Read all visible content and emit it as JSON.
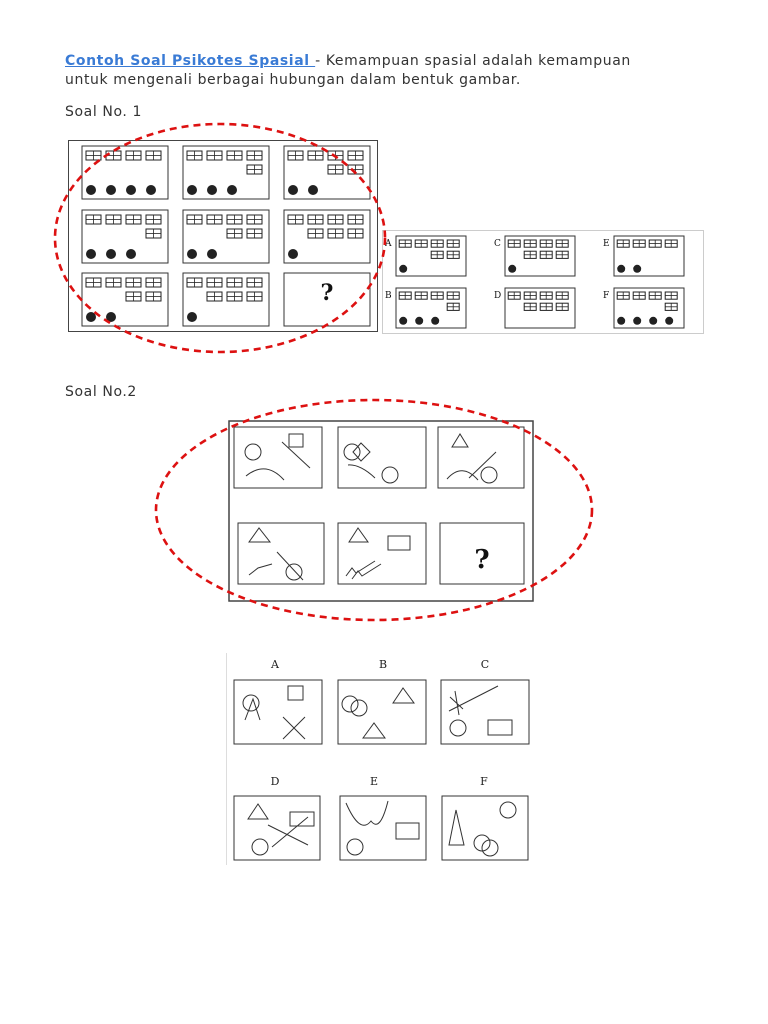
{
  "article": {
    "link_text": "Contoh Soal Psikotes Spasial ",
    "separator": " - ",
    "intro_line1": "Kemampuan spasial adalah kemampuan",
    "intro_line2": "untuk mengenali berbagai hubungan dalam bentuk gambar."
  },
  "soal1": {
    "heading": "Soal No. 1",
    "question_mark": "?",
    "option_labels": [
      "A",
      "B",
      "C",
      "D",
      "E",
      "F"
    ]
  },
  "soal2": {
    "heading": "Soal No.2",
    "question_mark": "?",
    "option_labels": [
      "A",
      "B",
      "C",
      "D",
      "E",
      "F"
    ]
  },
  "colors": {
    "link": "#3a7bd5",
    "ellipse": "#dd1111"
  }
}
